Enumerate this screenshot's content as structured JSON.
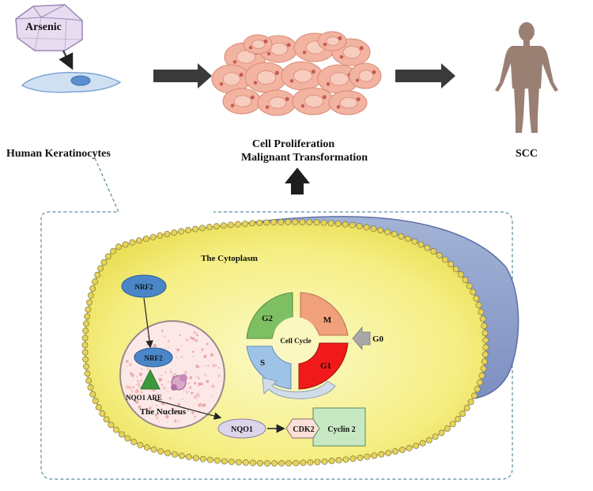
{
  "top": {
    "arsenic": "Arsenic",
    "human_keratinocytes": "Human Keratinocytes",
    "cell_proliferation": "Cell Proliferation",
    "malignant_transformation": "Malignant Transformation",
    "scc": "SCC"
  },
  "cell": {
    "cytoplasm": "The Cytoplasm",
    "nucleus": "The Nucleus",
    "nrf2_outer": "NRF2",
    "nrf2_inner": "NRF2",
    "nqo1_are": "NQO1 ARE",
    "nqo1": "NQO1",
    "cdk2": "CDK2",
    "cyclin": "Cyclin 2"
  },
  "cycle": {
    "center": "Cell Cycle",
    "g2": "G2",
    "m": "M",
    "g1": "G1",
    "s": "S",
    "g0": "G0"
  },
  "colors": {
    "phase_g2": "#7fbf63",
    "phase_m": "#f0a07a",
    "phase_g1": "#f01a1a",
    "phase_s": "#9ec3e6",
    "cytoplasm_fill": "#f7f07a",
    "membrane_bead": "#e8d35a",
    "nrf2_fill": "#4a86c8",
    "arrow_dark": "#333333"
  }
}
